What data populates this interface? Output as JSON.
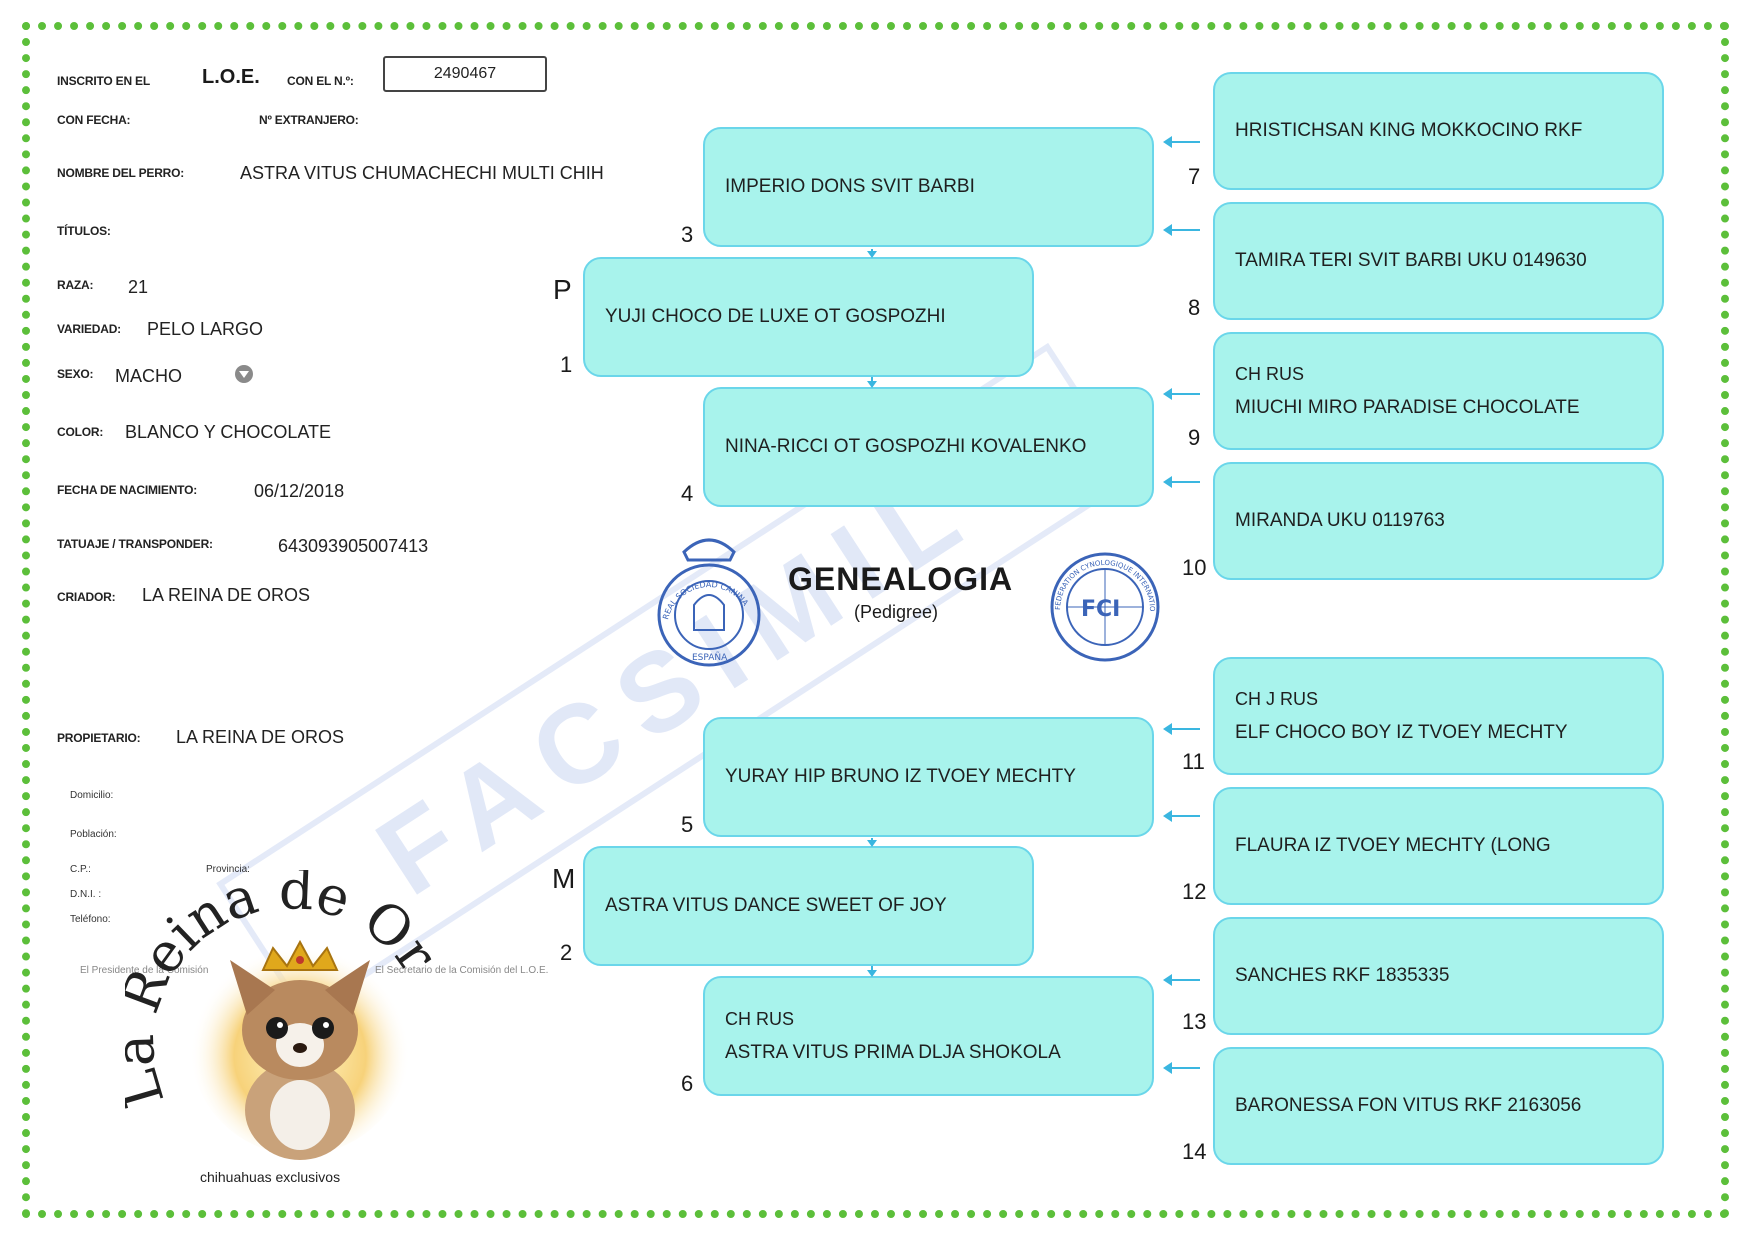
{
  "header": {
    "inscrito_label": "INSCRITO EN EL",
    "book": "L.O.E.",
    "con_el_label": "CON EL N.º:",
    "reg_number": "2490467",
    "con_fecha_label": "CON FECHA:",
    "extranjero_label": "Nº EXTRANJERO:"
  },
  "dog": {
    "nombre_label": "NOMBRE DEL PERRO:",
    "nombre": "ASTRA VITUS CHUMACHECHI MULTI CHIH",
    "titulos_label": "TÍTULOS:",
    "raza_label": "RAZA:",
    "raza": "21",
    "variedad_label": "VARIEDAD:",
    "variedad": "PELO LARGO",
    "sexo_label": "SEXO:",
    "sexo": "MACHO",
    "color_label": "COLOR:",
    "color": "BLANCO Y CHOCOLATE",
    "nacimiento_label": "FECHA DE NACIMIENTO:",
    "nacimiento": "06/12/2018",
    "tatuaje_label": "TATUAJE / TRANSPONDER:",
    "tatuaje": "643093905007413",
    "criador_label": "CRIADOR:",
    "criador": "LA REINA DE OROS"
  },
  "owner": {
    "propietario_label": "PROPIETARIO:",
    "propietario": "LA REINA DE OROS",
    "domicilio_label": "Domicilio:",
    "poblacion_label": "Población:",
    "cp_label": "C.P.:",
    "provincia_label": "Provincia:",
    "dni_label": "D.N.I. :",
    "telefono_label": "Teléfono:",
    "presidente": "El Presidente de la Comisión",
    "secretario": "El Secretario de la Comisión del L.O.E."
  },
  "center": {
    "title": "GENEALOGIA",
    "subtitle": "(Pedigree)",
    "rsce_ring": "REAL SOCIEDAD CANINA",
    "rsce_country": "ESPAÑA",
    "fci_text": "FCI",
    "fci_ring": "FEDERATION CYNOLOGIQUE INTERNATIONALE",
    "watermark": "FACSIMIL"
  },
  "pedigree": {
    "sire_marker": "P",
    "dam_marker": "M",
    "n1": "1",
    "n2": "2",
    "n3": "3",
    "n4": "4",
    "n5": "5",
    "n6": "6",
    "n7": "7",
    "n8": "8",
    "n9": "9",
    "n10": "10",
    "n11": "11",
    "n12": "12",
    "n13": "13",
    "n14": "14",
    "p1": "YUJI CHOCO DE LUXE OT GOSPOZHI",
    "p2": "ASTRA VITUS DANCE SWEET OF JOY",
    "p3": "IMPERIO DONS SVIT BARBI",
    "p4": "NINA-RICCI OT GOSPOZHI KOVALENKO",
    "p5": "YURAY HIP BRUNO IZ TVOEY MECHTY",
    "p6_title": "CH RUS",
    "p6": "ASTRA VITUS PRIMA DLJA SHOKOLA",
    "p7": "HRISTICHSAN KING MOKKOCINO RKF",
    "p8": "TAMIRA TERI SVIT BARBI UKU 0149630",
    "p9_title": "CH RUS",
    "p9": "MIUCHI MIRO PARADISE CHOCOLATE",
    "p10": "MIRANDA UKU 0119763",
    "p11_title": "CH J RUS",
    "p11": "ELF CHOCO BOY IZ TVOEY MECHTY",
    "p12": "FLAURA IZ TVOEY MECHTY (LONG",
    "p13": "SANCHES RKF 1835335",
    "p14": "BARONESSA FON VITUS RKF 2163056"
  },
  "logo": {
    "brand": "La Reina de Oros",
    "tagline": "chihuahuas exclusivos"
  }
}
